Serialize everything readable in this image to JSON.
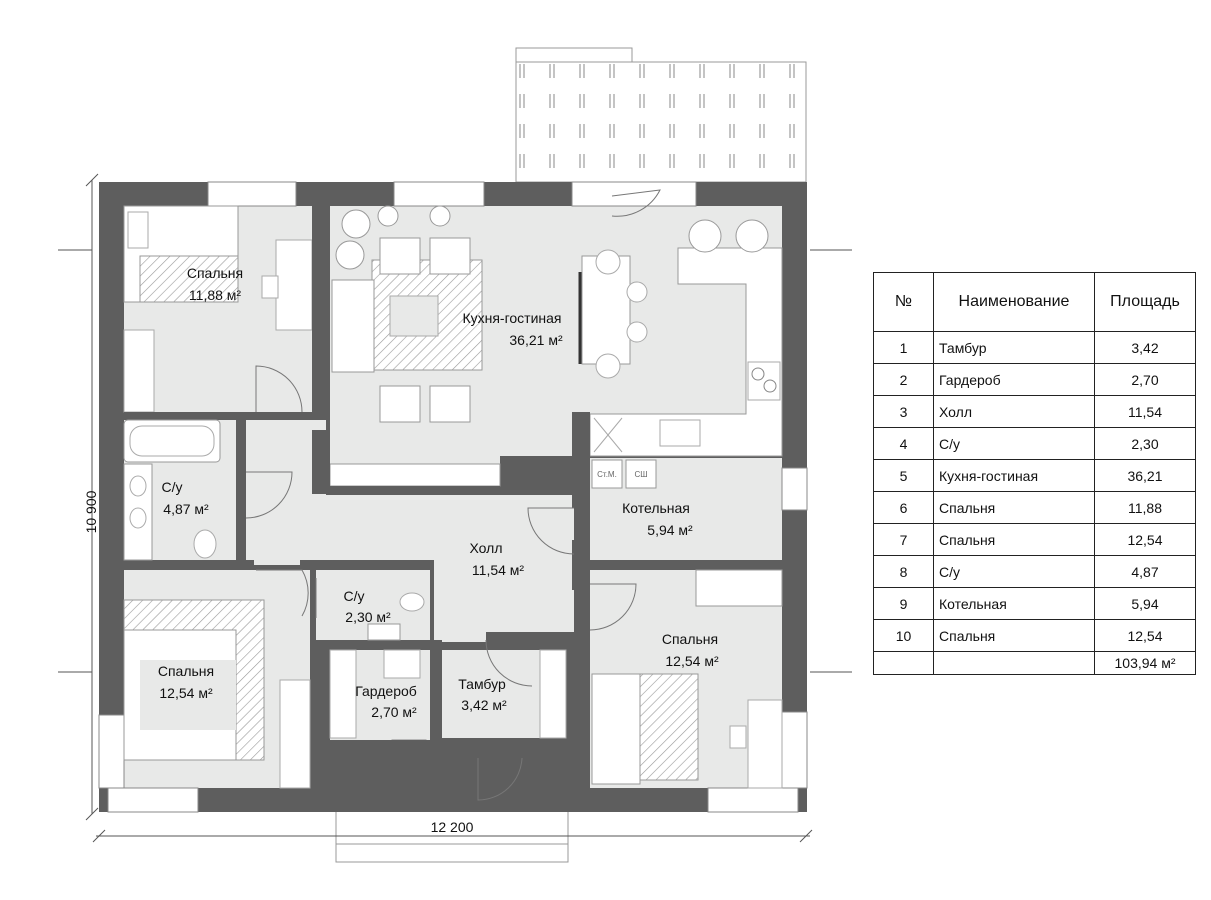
{
  "plan": {
    "rooms": [
      {
        "id": "kitchen-living",
        "name": "Кухня-гостиная",
        "area": "36,21 м²"
      },
      {
        "id": "bedroom-nw",
        "name": "Спальня",
        "area": "11,88 м²"
      },
      {
        "id": "bathroom-large",
        "name": "С/у",
        "area": "4,87 м²"
      },
      {
        "id": "boiler",
        "name": "Котельная",
        "area": "5,94 м²"
      },
      {
        "id": "hall",
        "name": "Холл",
        "area": "11,54 м²"
      },
      {
        "id": "bathroom-small",
        "name": "С/у",
        "area": "2,30 м²"
      },
      {
        "id": "bedroom-sw",
        "name": "Спальня",
        "area": "12,54 м²"
      },
      {
        "id": "wardrobe",
        "name": "Гардероб",
        "area": "2,70 м²"
      },
      {
        "id": "vestibule",
        "name": "Тамбур",
        "area": "3,42 м²"
      },
      {
        "id": "bedroom-se",
        "name": "Спальня",
        "area": "12,54 м²"
      }
    ],
    "dimensions": {
      "width": "12 200",
      "height": "10 900"
    },
    "appliance_labels": [
      "Ст.М.",
      "СШ"
    ],
    "colors": {
      "wall": "#5e5e5e",
      "floor": "#e8e9e8",
      "hatch": "#9a9a9a",
      "line": "#777777"
    }
  },
  "table": {
    "headers": {
      "number": "№",
      "name": "Наименование",
      "area": "Площадь"
    },
    "rows": [
      {
        "number": "1",
        "name": "Тамбур",
        "area": "3,42"
      },
      {
        "number": "2",
        "name": "Гардероб",
        "area": "2,70"
      },
      {
        "number": "3",
        "name": "Холл",
        "area": "11,54"
      },
      {
        "number": "4",
        "name": "С/у",
        "area": "2,30"
      },
      {
        "number": "5",
        "name": "Кухня-гостиная",
        "area": "36,21"
      },
      {
        "number": "6",
        "name": "Спальня",
        "area": "11,88"
      },
      {
        "number": "7",
        "name": "Спальня",
        "area": "12,54"
      },
      {
        "number": "8",
        "name": "С/у",
        "area": "4,87"
      },
      {
        "number": "9",
        "name": "Котельная",
        "area": "5,94"
      },
      {
        "number": "10",
        "name": "Спальня",
        "area": "12,54"
      }
    ],
    "total": "103,94 м²"
  }
}
